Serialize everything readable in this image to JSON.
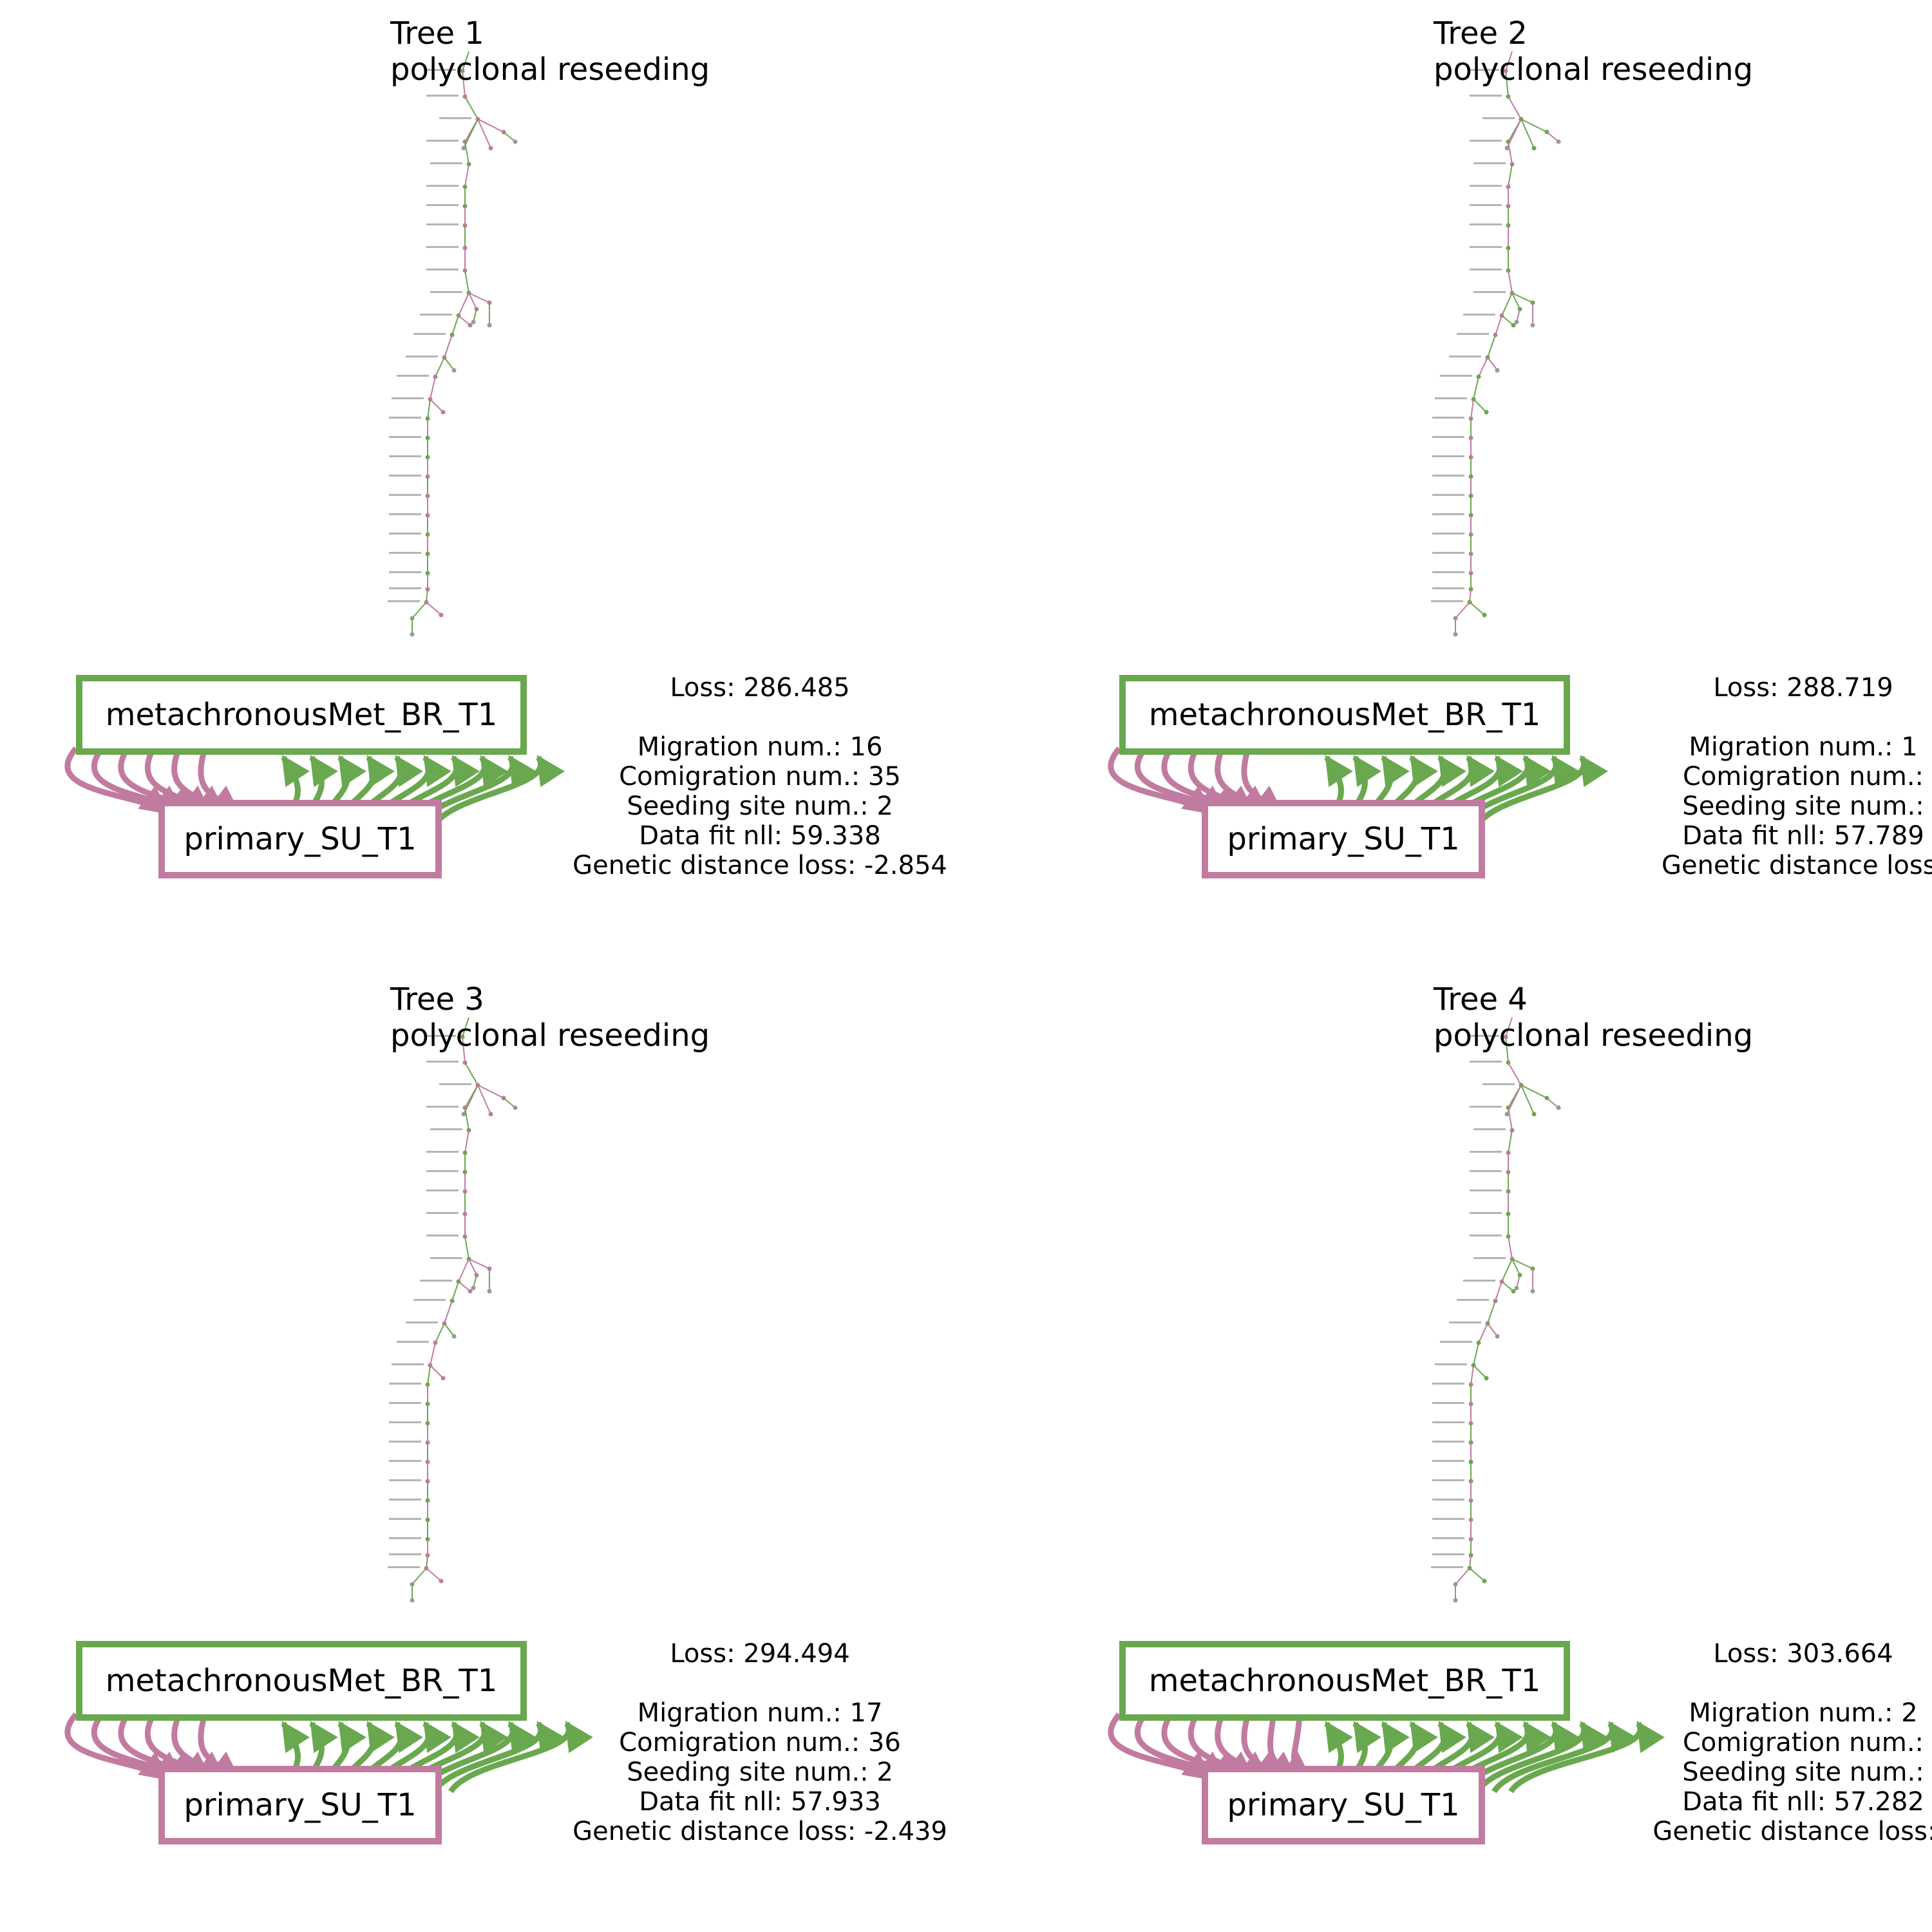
{
  "colors": {
    "met": "#6aa84f",
    "primary": "#c27ba0"
  },
  "panels": [
    {
      "title": "Tree 1",
      "subtitle": "polyclonal reseeding",
      "met_label": "metachronousMet_BR_T1",
      "primary_label": "primary_SU_T1",
      "edges_to_primary": 6,
      "edges_to_met": 10,
      "loss": "Loss: 286.485",
      "migration": "Migration num.: 16",
      "comigration": "Comigration num.: 35",
      "seeding": "Seeding site num.: 2",
      "datafit": "Data fit nll: 59.338",
      "genetic": "Genetic distance loss: -2.854"
    },
    {
      "title": "Tree 2",
      "subtitle": "polyclonal reseeding",
      "met_label": "metachronousMet_BR_T1",
      "primary_label": "primary_SU_T1",
      "edges_to_primary": 6,
      "edges_to_met": 10,
      "loss": "Loss: 288.719",
      "migration": "Migration num.: 1",
      "comigration": "Comigration num.:",
      "seeding": "Seeding site num.:",
      "datafit": "Data fit nll: 57.789",
      "genetic": "Genetic distance loss:"
    },
    {
      "title": "Tree 3",
      "subtitle": "polyclonal reseeding",
      "met_label": "metachronousMet_BR_T1",
      "primary_label": "primary_SU_T1",
      "edges_to_primary": 6,
      "edges_to_met": 11,
      "loss": "Loss: 294.494",
      "migration": "Migration num.: 17",
      "comigration": "Comigration num.: 36",
      "seeding": "Seeding site num.: 2",
      "datafit": "Data fit nll: 57.933",
      "genetic": "Genetic distance loss: -2.439"
    },
    {
      "title": "Tree 4",
      "subtitle": "polyclonal reseeding",
      "met_label": "metachronousMet_BR_T1",
      "primary_label": "primary_SU_T1",
      "edges_to_primary": 8,
      "edges_to_met": 12,
      "loss": "Loss: 303.664",
      "migration": "Migration num.: 2",
      "comigration": "Comigration num.:",
      "seeding": "Seeding site num.:",
      "datafit": "Data fit nll: 57.282",
      "genetic": "Genetic distance loss: -"
    }
  ]
}
